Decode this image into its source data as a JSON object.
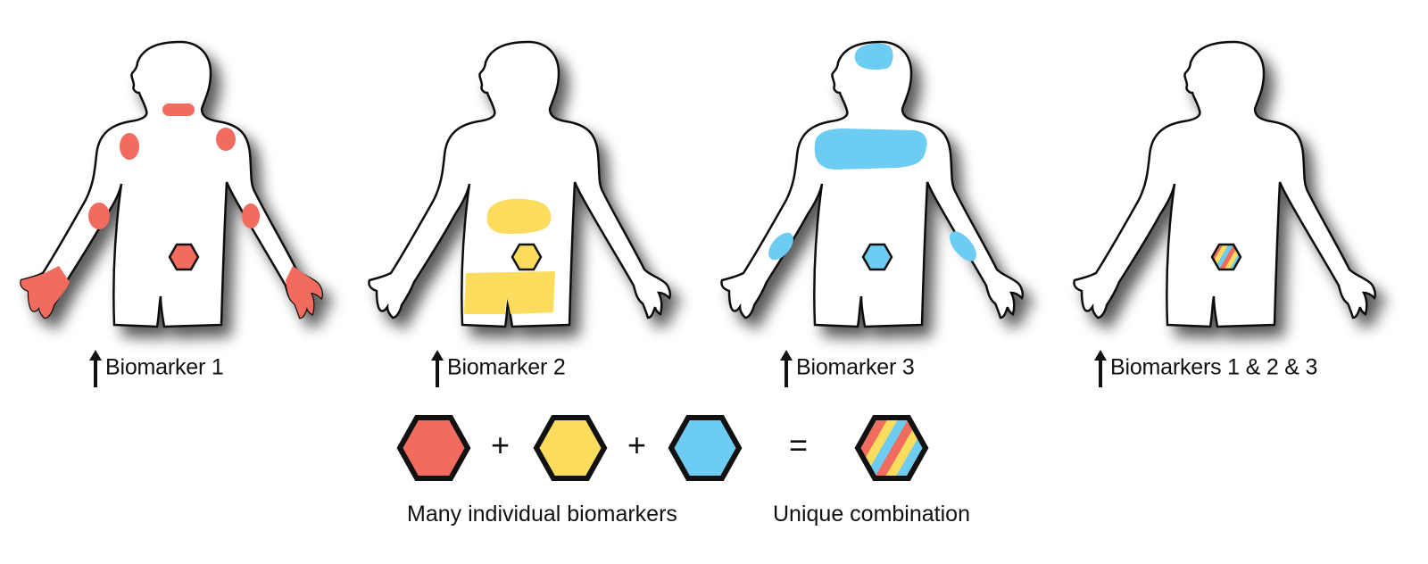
{
  "colors": {
    "biomarker_1": "#F26B5F",
    "biomarker_2": "#FCDC5C",
    "biomarker_3": "#6DCCF2",
    "outline": "#111111"
  },
  "figures": [
    {
      "label": "Biomarker 1",
      "marker": "biomarker_1",
      "regions": [
        "neck",
        "left-shoulder",
        "right-shoulder",
        "left-upper-arm",
        "right-upper-arm",
        "left-hand",
        "right-hand"
      ]
    },
    {
      "label": "Biomarker 2",
      "marker": "biomarker_2",
      "regions": [
        "upper-abdomen",
        "lower-abdomen"
      ]
    },
    {
      "label": "Biomarker 3",
      "marker": "biomarker_3",
      "regions": [
        "brain",
        "chest",
        "left-forearm",
        "right-forearm"
      ]
    },
    {
      "label": "Biomarkers 1 & 2 & 3",
      "marker": "combination",
      "regions": []
    }
  ],
  "equation": {
    "plus_1": "+",
    "plus_2": "+",
    "equals": "=",
    "caption_left": "Many individual biomarkers",
    "caption_right": "Unique combination"
  },
  "arrow_icon": "up-arrow-icon"
}
